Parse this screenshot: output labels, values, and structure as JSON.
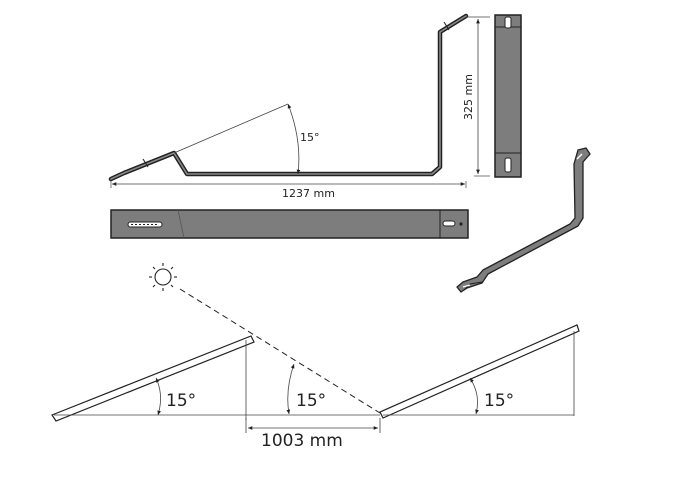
{
  "labels": {
    "bracket_angle": "15°",
    "bracket_length": "1237 mm",
    "bracket_height": "325 mm",
    "row_angle_left": "15°",
    "sun_angle": "15°",
    "row_angle_right": "15°",
    "row_spacing": "1003 mm"
  },
  "colors": {
    "metal": "#7d7d7d",
    "outline": "#222222"
  },
  "icons": {
    "sun": "sun-icon"
  }
}
